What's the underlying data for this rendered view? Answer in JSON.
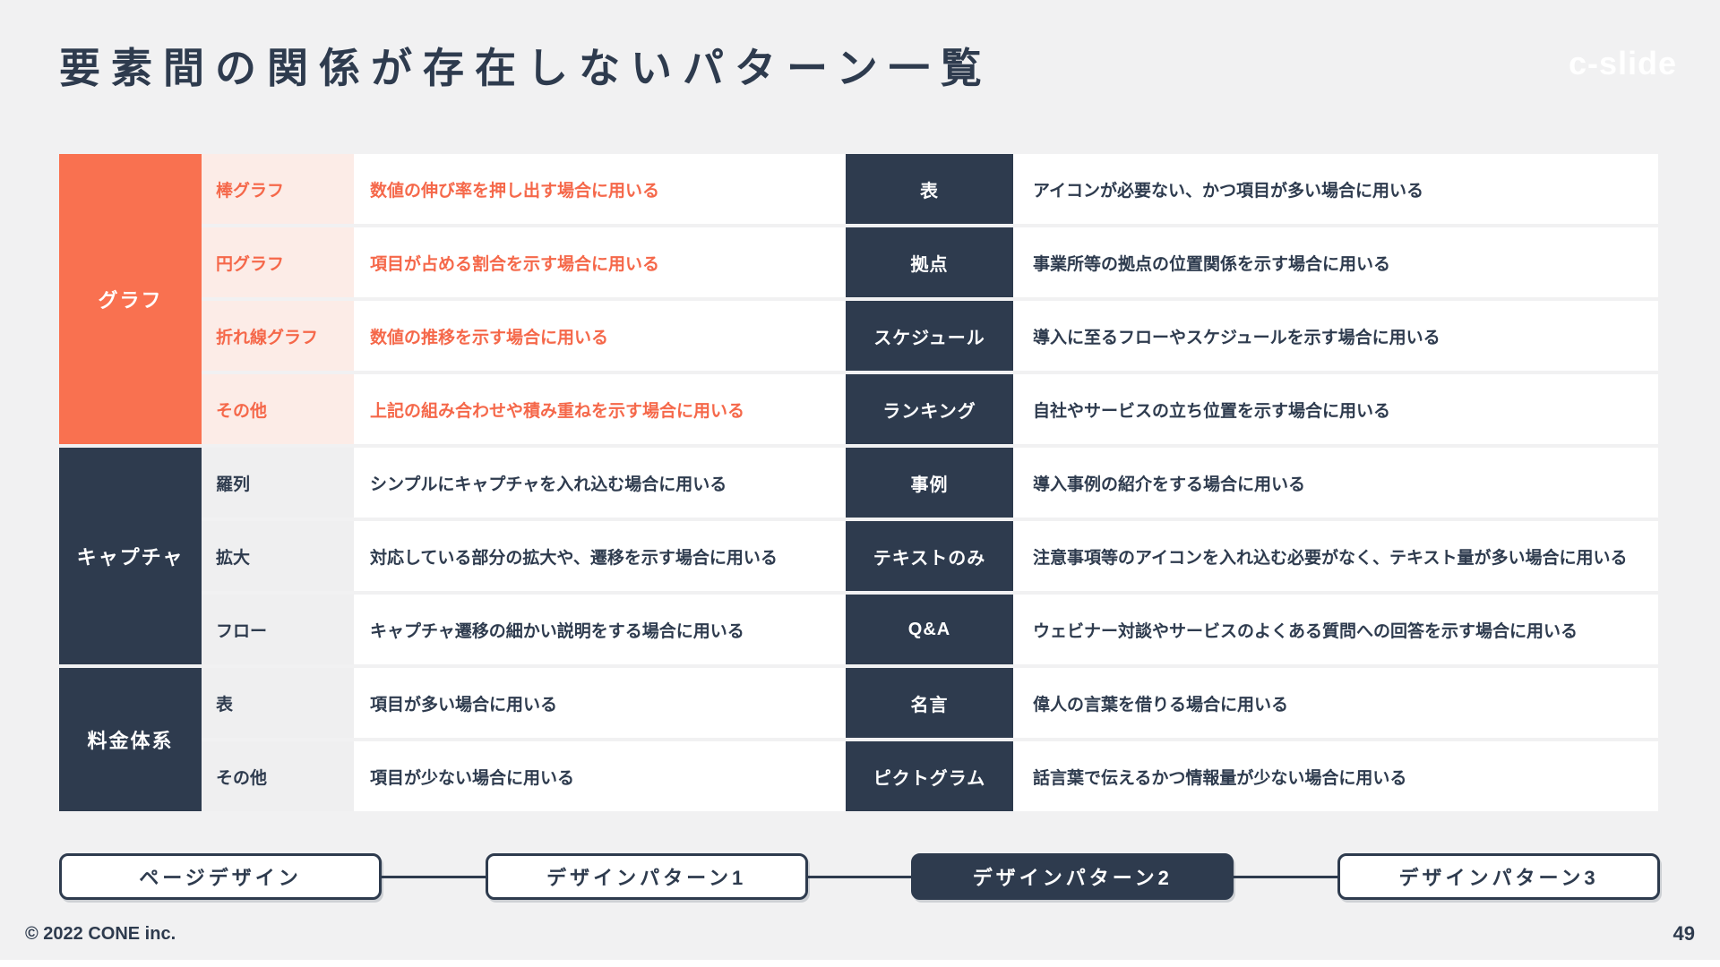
{
  "slide": {
    "title": "要素間の関係が存在しないパターン一覧",
    "logo": "c-slide",
    "footer": {
      "copyright": "© 2022 CONE inc.",
      "page": "49"
    }
  },
  "colors": {
    "page_bg": "#f1f1f2",
    "navy": "#2e3b4e",
    "orange_block": "#f97150",
    "orange_text": "#f5684a",
    "pink_cell": "#fcece7",
    "gray_cell": "#efeff0"
  },
  "table": {
    "left": {
      "groups": [
        {
          "category": "グラフ",
          "style": "orange",
          "rows": [
            {
              "label": "棒グラフ",
              "desc": "数値の伸び率を押し出す場合に用いる"
            },
            {
              "label": "円グラフ",
              "desc": "項目が占める割合を示す場合に用いる"
            },
            {
              "label": "折れ線グラフ",
              "desc": "数値の推移を示す場合に用いる"
            },
            {
              "label": "その他",
              "desc": "上記の組み合わせや積み重ねを示す場合に用いる"
            }
          ]
        },
        {
          "category": "キャプチャ",
          "style": "navy",
          "rows": [
            {
              "label": "羅列",
              "desc": "シンプルにキャプチャを入れ込む場合に用いる"
            },
            {
              "label": "拡大",
              "desc": "対応している部分の拡大や、遷移を示す場合に用いる"
            },
            {
              "label": "フロー",
              "desc": "キャプチャ遷移の細かい説明をする場合に用いる"
            }
          ]
        },
        {
          "category": "料金体系",
          "style": "navy",
          "rows": [
            {
              "label": "表",
              "desc": "項目が多い場合に用いる"
            },
            {
              "label": "その他",
              "desc": "項目が少ない場合に用いる"
            }
          ]
        }
      ]
    },
    "right": {
      "rows": [
        {
          "label": "表",
          "desc": "アイコンが必要ない、かつ項目が多い場合に用いる"
        },
        {
          "label": "拠点",
          "desc": "事業所等の拠点の位置関係を示す場合に用いる"
        },
        {
          "label": "スケジュール",
          "desc": "導入に至るフローやスケジュールを示す場合に用いる"
        },
        {
          "label": "ランキング",
          "desc": "自社やサービスの立ち位置を示す場合に用いる"
        },
        {
          "label": "事例",
          "desc": "導入事例の紹介をする場合に用いる"
        },
        {
          "label": "テキストのみ",
          "desc": "注意事項等のアイコンを入れ込む必要がなく、テキスト量が多い場合に用いる"
        },
        {
          "label": "Q&A",
          "desc": "ウェビナー対談やサービスのよくある質問への回答を示す場合に用いる"
        },
        {
          "label": "名言",
          "desc": "偉人の言葉を借りる場合に用いる"
        },
        {
          "label": "ピクトグラム",
          "desc": "話言葉で伝えるかつ情報量が少ない場合に用いる"
        }
      ]
    }
  },
  "nav": {
    "buttons": [
      {
        "label": "ページデザイン",
        "active": false
      },
      {
        "label": "デザインパターン1",
        "active": false
      },
      {
        "label": "デザインパターン2",
        "active": true
      },
      {
        "label": "デザインパターン3",
        "active": false
      }
    ]
  }
}
